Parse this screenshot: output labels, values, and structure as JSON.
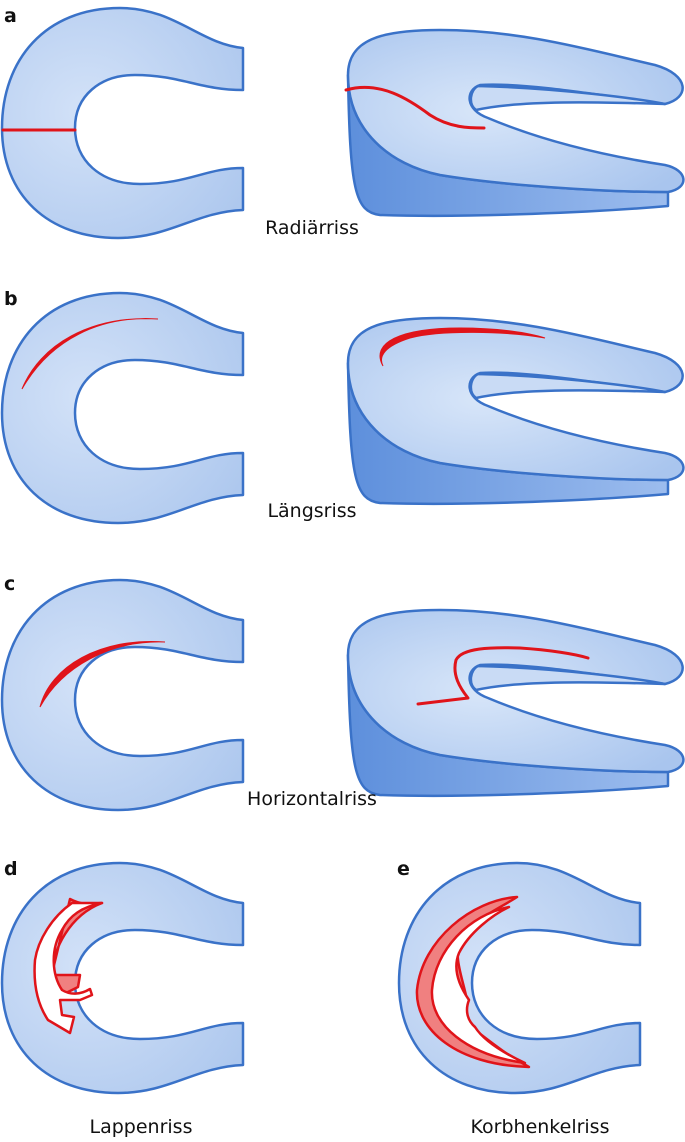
{
  "panels": [
    {
      "letter": "a",
      "caption": "Radiärriss"
    },
    {
      "letter": "b",
      "caption": "Längsriss"
    },
    {
      "letter": "c",
      "caption": "Horizontalriss"
    },
    {
      "letter": "d",
      "caption": "Lappenriss"
    },
    {
      "letter": "e",
      "caption": "Korbhenkelriss"
    }
  ],
  "colors": {
    "meniscus_fill": "#b4cdf0",
    "meniscus_light": "#d3e2f8",
    "meniscus_side": "#6f9ee0",
    "outline": "#3a72c8",
    "tear": "#e0141a",
    "tear_fill_light": "#f08080"
  }
}
